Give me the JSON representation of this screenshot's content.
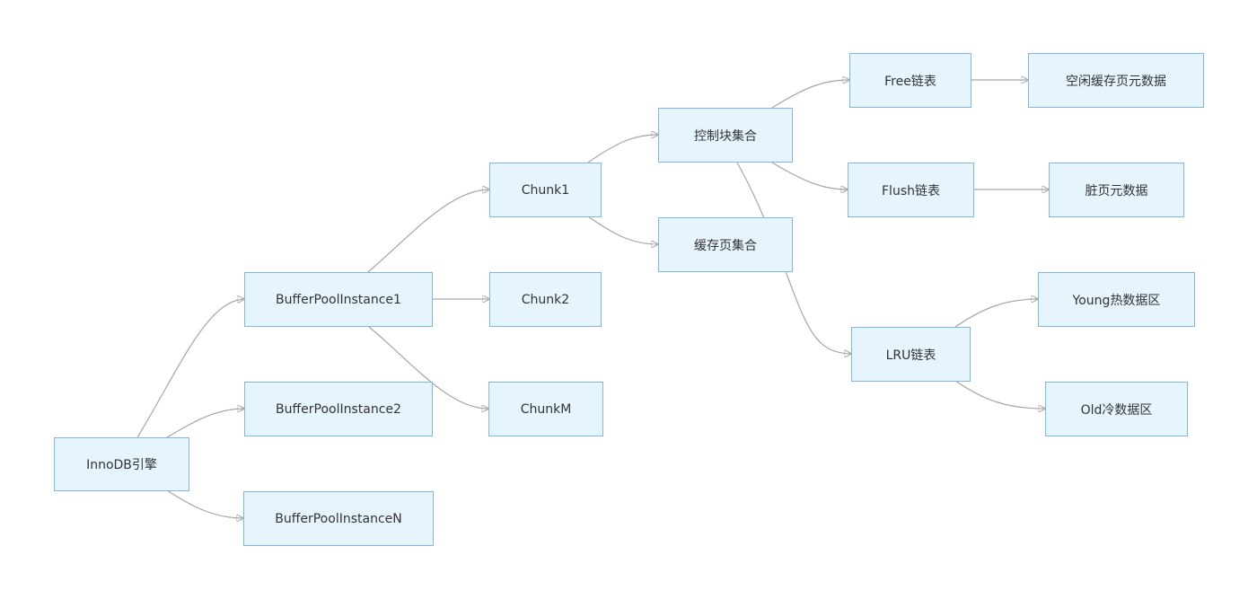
{
  "diagram": {
    "nodes": {
      "engine": "InnoDB引擎",
      "bp1": "BufferPoolInstance1",
      "bp2": "BufferPoolInstance2",
      "bpn": "BufferPoolInstanceN",
      "chunk1": "Chunk1",
      "chunk2": "Chunk2",
      "chunkm": "ChunkM",
      "ctrl": "控制块集合",
      "cache": "缓存页集合",
      "free": "Free链表",
      "flush": "Flush链表",
      "lru": "LRU链表",
      "free_data": "空闲缓存页元数据",
      "dirty_data": "脏页元数据",
      "young": "Young热数据区",
      "old": "Old冷数据区"
    },
    "edges": [
      {
        "from": "engine",
        "to": "bp1"
      },
      {
        "from": "engine",
        "to": "bp2"
      },
      {
        "from": "engine",
        "to": "bpn"
      },
      {
        "from": "bp1",
        "to": "chunk1"
      },
      {
        "from": "bp1",
        "to": "chunk2"
      },
      {
        "from": "bp1",
        "to": "chunkm"
      },
      {
        "from": "chunk1",
        "to": "ctrl"
      },
      {
        "from": "chunk1",
        "to": "cache"
      },
      {
        "from": "ctrl",
        "to": "free"
      },
      {
        "from": "ctrl",
        "to": "flush"
      },
      {
        "from": "ctrl",
        "to": "lru"
      },
      {
        "from": "free",
        "to": "free_data"
      },
      {
        "from": "flush",
        "to": "dirty_data"
      },
      {
        "from": "lru",
        "to": "young"
      },
      {
        "from": "lru",
        "to": "old"
      }
    ]
  }
}
